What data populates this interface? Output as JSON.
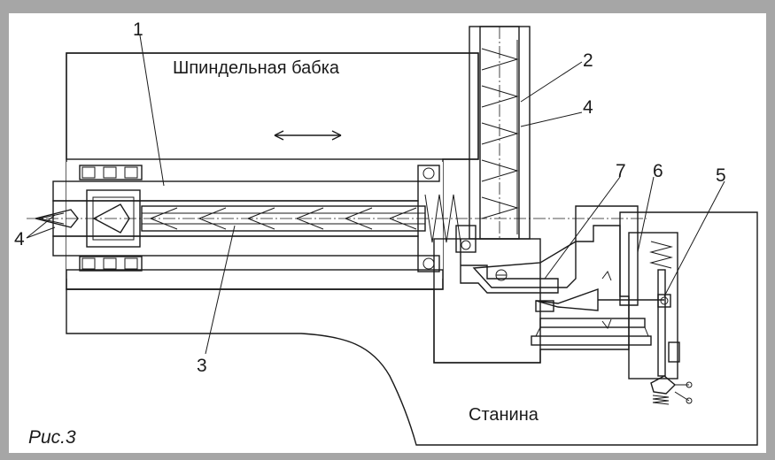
{
  "diagram": {
    "labels": {
      "headstock": "Шпиндельная бабка",
      "bed": "Станина",
      "caption": "Рис.3"
    },
    "callouts": [
      "1",
      "2",
      "4",
      "7",
      "6",
      "5",
      "4",
      "3"
    ]
  }
}
